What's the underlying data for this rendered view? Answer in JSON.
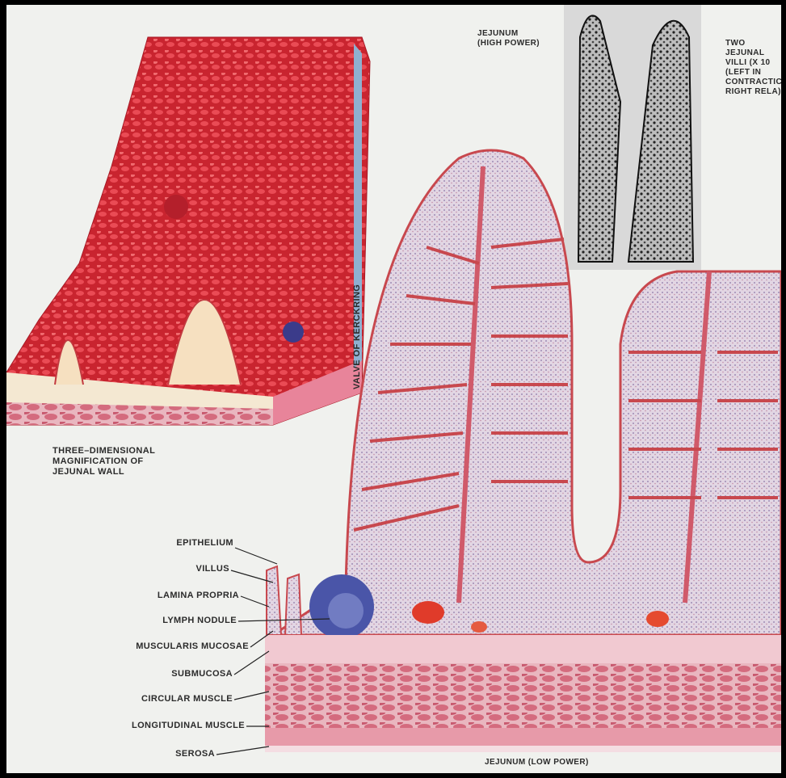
{
  "labels": {
    "three_d_caption": [
      "THREE–DIMENSIONAL",
      "MAGNIFICATION OF",
      "JEJUNAL WALL"
    ],
    "high_power_caption": [
      "JEJUNUM",
      "(HIGH POWER)"
    ],
    "two_villi_caption": [
      "TWO",
      "JEJUNAL",
      "VILLI (X 10",
      "(LEFT IN",
      "CONTRACTIC",
      "RIGHT RELA)"
    ],
    "valve": "VALVE OF KERCKRING",
    "low_power_caption": "JEJUNUM (LOW POWER)",
    "layers": [
      "EPITHELIUM",
      "VILLUS",
      "LAMINA PROPRIA",
      "LYMPH NODULE",
      "MUSCULARIS MUCOSAE",
      "SUBMUCOSA",
      "CIRCULAR MUSCLE",
      "LONGITUDINAL MUSCLE",
      "SEROSA"
    ]
  },
  "colors": {
    "background": "#f0f1ee",
    "mucosa_red": "#d8323e",
    "villus_outline": "#c8484e",
    "villus_fill": "#d7cfe0",
    "muscle_pink": "#dd7b8c",
    "lymph_blue": "#4a55a8",
    "photo_dark": "#1e1e1e"
  }
}
